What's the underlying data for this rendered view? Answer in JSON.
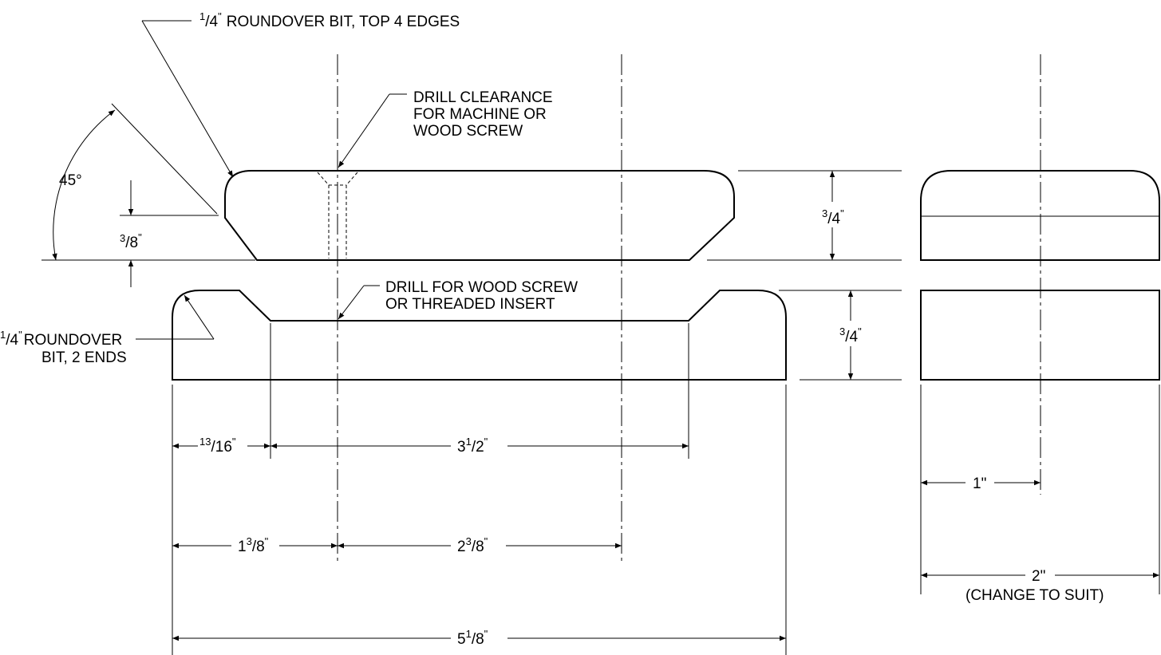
{
  "notes": {
    "top_roundover": "ROUNDOVER BIT, TOP 4 EDGES",
    "drill_clearance": [
      "DRILL CLEARANCE",
      "FOR MACHINE OR",
      "WOOD SCREW"
    ],
    "drill_wood_screw": [
      "DRILL FOR WOOD SCREW",
      "OR THREADED INSERT"
    ],
    "roundover_ends": [
      "ROUNDOVER",
      "BIT, 2 ENDS"
    ],
    "change_to_suit": "(CHANGE TO SUIT)"
  },
  "fractions": {
    "quarter": {
      "num": "1",
      "den": "4"
    },
    "three_eighths": {
      "num": "3",
      "den": "8"
    },
    "three_quarters": {
      "num": "3",
      "den": "4"
    },
    "thirteen_sixteenths": {
      "num": "13",
      "den": "16"
    },
    "one_half": {
      "num": "1",
      "den": "2"
    }
  },
  "dimensions": {
    "angle": "45°",
    "inch": "\"",
    "d_3_1_2_whole": "3",
    "d_1_3_8_whole": "1",
    "d_2_3_8_whole": "2",
    "d_5_1_8_whole": "5",
    "d_1_eighth_num": "1",
    "d_1": "1\"",
    "d_2": "2\""
  }
}
